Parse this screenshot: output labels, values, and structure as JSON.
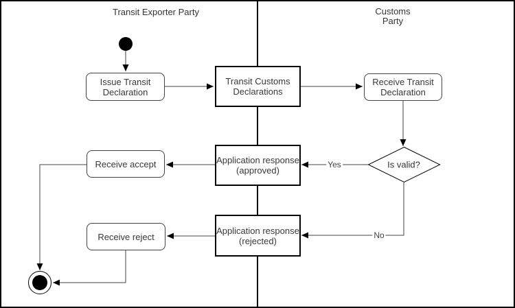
{
  "lanes": [
    {
      "label": "Transit Exporter Party"
    },
    {
      "label": "Customs\nParty"
    }
  ],
  "nodes": {
    "initial": {
      "type": "initial-state"
    },
    "issue_transit_declaration": {
      "label": "Issue Transit\nDeclaration"
    },
    "transit_customs_declarations": {
      "label": "Transit Customs\nDeclarations"
    },
    "receive_transit_declaration": {
      "label": "Receive Transit\nDeclaration"
    },
    "is_valid_decision": {
      "label": "Is valid?"
    },
    "application_response_approved": {
      "label": "Application response\n(approved)"
    },
    "receive_accept": {
      "label": "Receive accept"
    },
    "application_response_rejected": {
      "label": "Application response\n(rejected)"
    },
    "receive_reject": {
      "label": "Receive reject"
    },
    "final": {
      "type": "final-state"
    }
  },
  "edge_labels": {
    "yes": "Yes",
    "no": "No"
  },
  "colors": {
    "stroke": "#000000",
    "connector": "#424242",
    "background": "#ffffff"
  }
}
